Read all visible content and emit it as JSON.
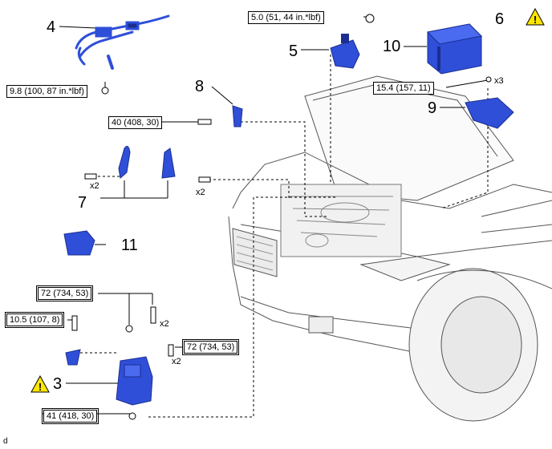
{
  "torque_specs": {
    "clip_top_right": "5.0 (51, 44 in.*lbf)",
    "part4_bolt": "9.8 (100, 87 in.*lbf)",
    "part8_bolt": "40 (408, 30)",
    "part9_bolt": "15.4 (157, 11)",
    "mount_top": "72 (734, 53)",
    "mount_left": "10.5 (107, 8)",
    "mount_right": "72 (734, 53)",
    "mount_bottom": "41 (418, 30)"
  },
  "part_numbers": {
    "p3": "3",
    "p4": "4",
    "p5": "5",
    "p6": "6",
    "p7": "7",
    "p8": "8",
    "p9": "9",
    "p10": "10",
    "p11": "11"
  },
  "quantities": {
    "part9_bolts": "x3",
    "part7_left": "x2",
    "part7_right": "x2",
    "mount_top": "x2",
    "mount_right": "x2"
  },
  "figure_code": "d",
  "colors": {
    "part_blue": "#2f4fd8",
    "part_dark": "#1b2f8f",
    "warning_yellow": "#ffe600",
    "line": "#000000",
    "car_line": "#555555"
  },
  "icons": {
    "warning": "warning-triangle-icon",
    "bolt": "bolt-icon"
  }
}
